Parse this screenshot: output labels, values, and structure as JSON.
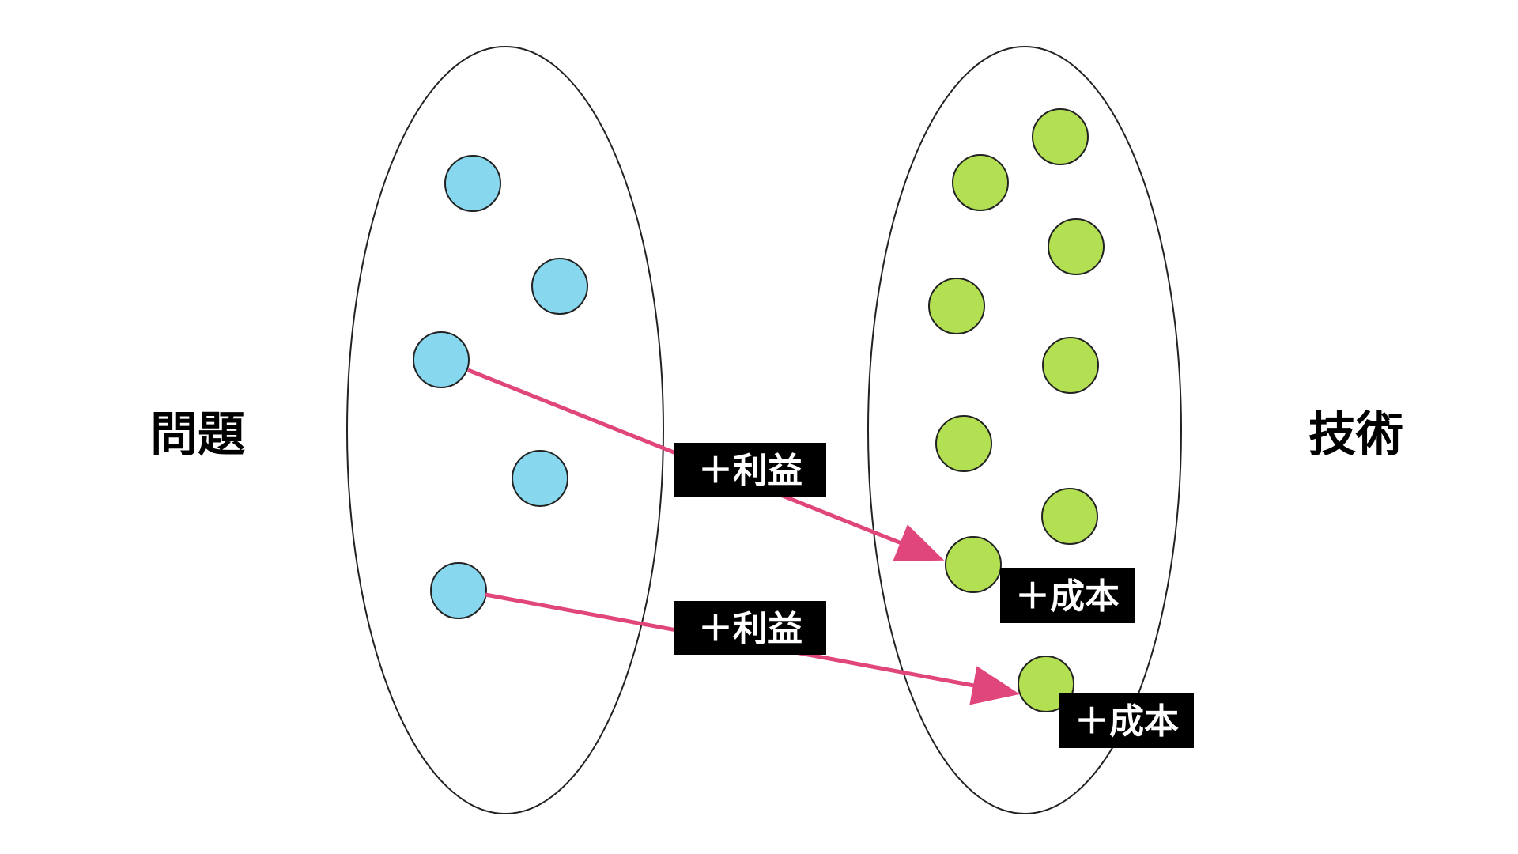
{
  "labels": {
    "problems": "問題",
    "technologies": "技術",
    "benefit_tag": "＋利益",
    "cost_tag": "＋成本"
  },
  "colors": {
    "problem_node": "#87d8ee",
    "technology_node": "#b3e053",
    "arrow": "#e0467c",
    "tag_background": "#000000",
    "tag_text": "#ffffff",
    "outline": "#222222"
  }
}
